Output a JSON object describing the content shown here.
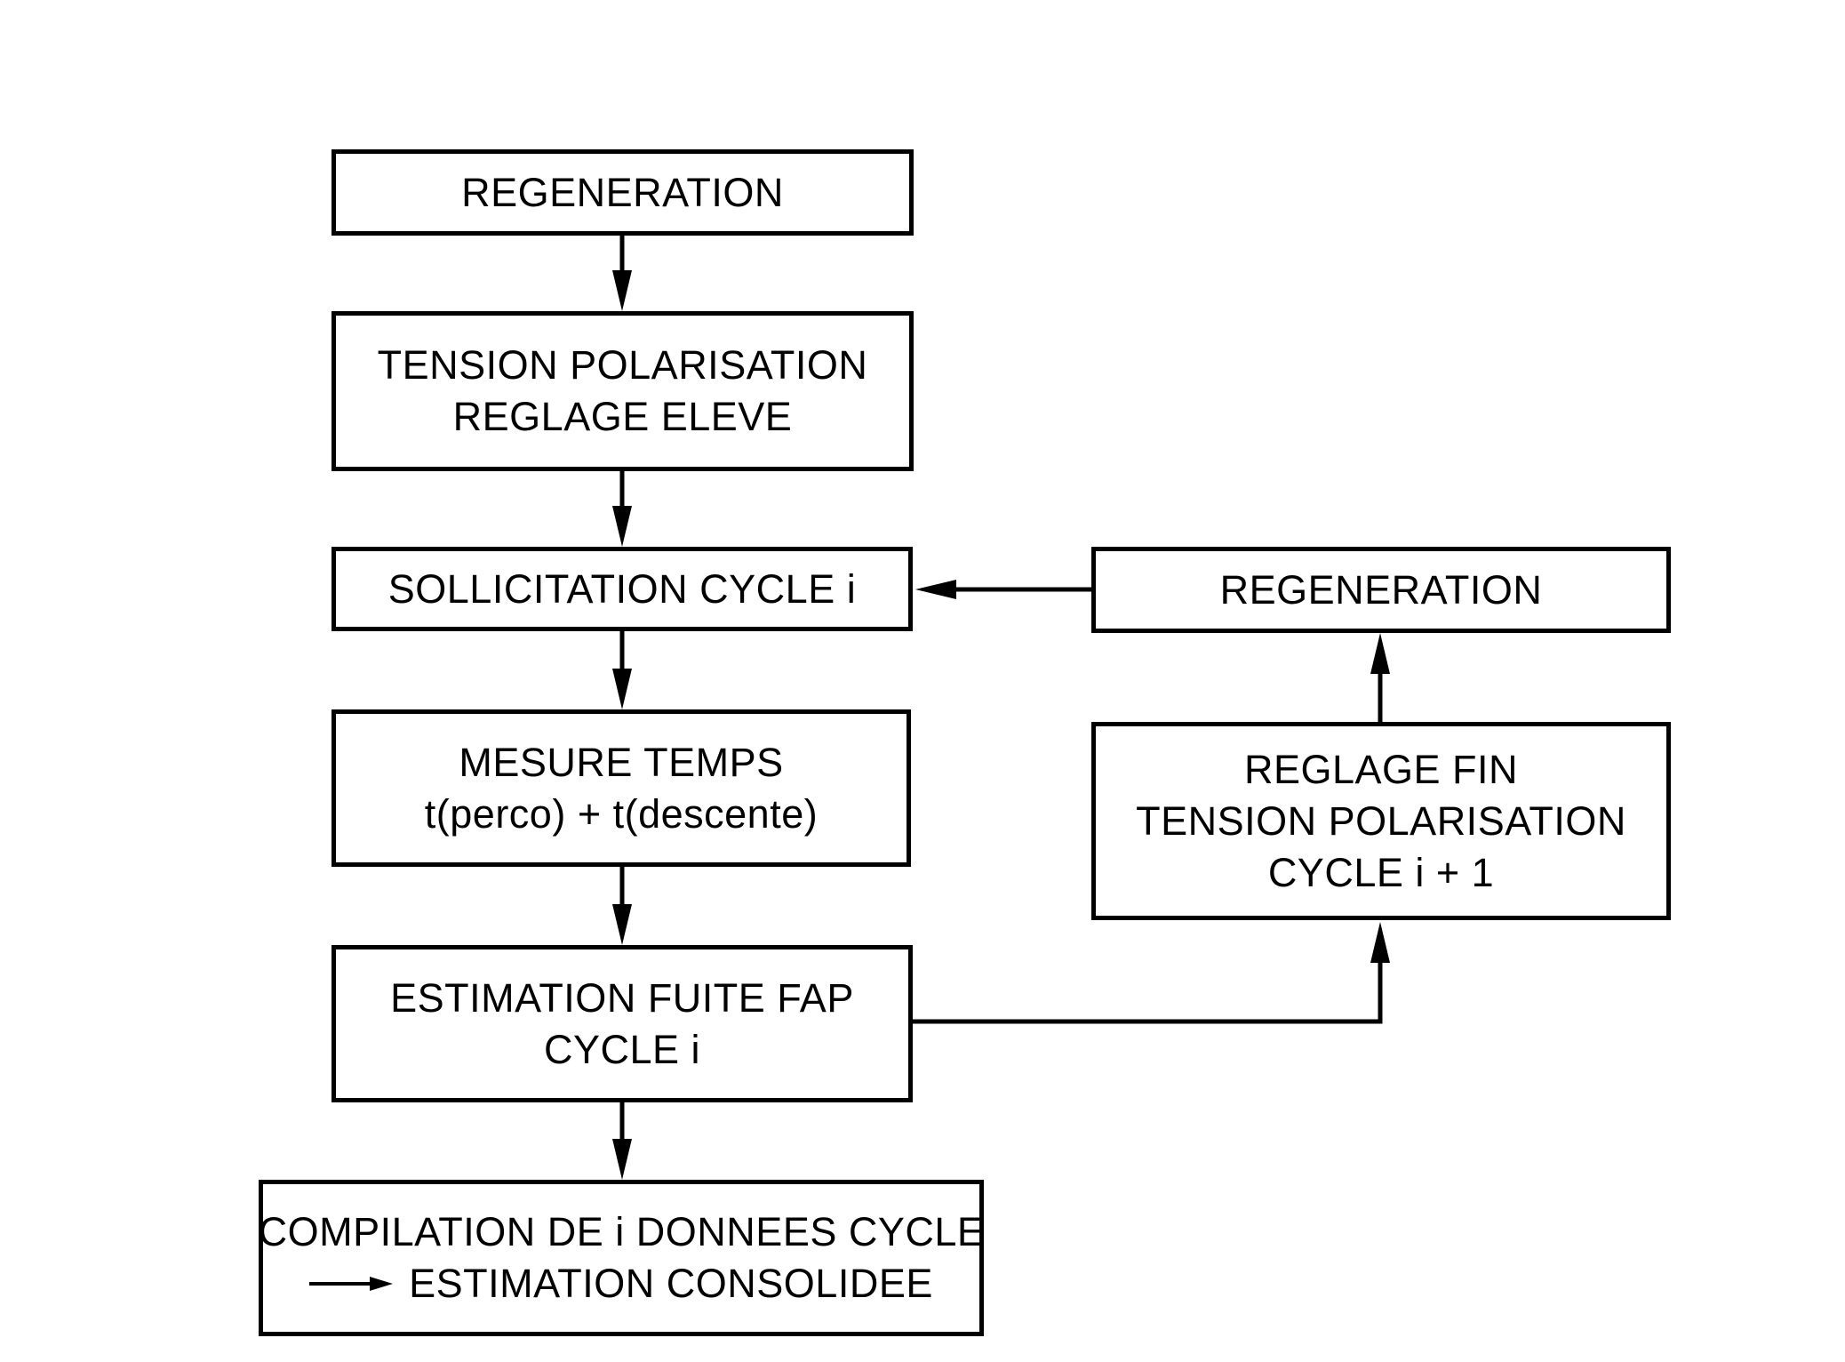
{
  "figure": {
    "type": "flowchart",
    "background_color": "#ffffff",
    "line_color": "#000000"
  },
  "boxes": {
    "regeneration_top": {
      "lines": [
        "REGENERATION"
      ]
    },
    "tension_polarisation": {
      "lines": [
        "TENSION POLARISATION",
        "REGLAGE ELEVE"
      ]
    },
    "sollicitation_cycle": {
      "lines": [
        "SOLLICITATION CYCLE i"
      ]
    },
    "mesure_temps": {
      "lines": [
        "MESURE TEMPS",
        "t(perco) + t(descente)"
      ]
    },
    "estimation_fuite": {
      "lines": [
        "ESTIMATION FUITE FAP",
        "CYCLE i"
      ]
    },
    "compilation": {
      "lines": [
        "COMPILATION DE i DONNEES CYCLE",
        "ESTIMATION CONSOLIDEE"
      ]
    },
    "regeneration_right": {
      "lines": [
        "REGENERATION"
      ]
    },
    "reglage_fin": {
      "lines": [
        "REGLAGE FIN",
        "TENSION POLARISATION",
        "CYCLE i + 1"
      ]
    }
  },
  "connectors": [
    {
      "from": "regeneration_top",
      "to": "tension_polarisation",
      "direction": "down"
    },
    {
      "from": "tension_polarisation",
      "to": "sollicitation_cycle",
      "direction": "down"
    },
    {
      "from": "sollicitation_cycle",
      "to": "mesure_temps",
      "direction": "down"
    },
    {
      "from": "mesure_temps",
      "to": "estimation_fuite",
      "direction": "down"
    },
    {
      "from": "estimation_fuite",
      "to": "compilation",
      "direction": "down"
    },
    {
      "from": "estimation_fuite",
      "to": "reglage_fin",
      "direction": "right-then-up"
    },
    {
      "from": "reglage_fin",
      "to": "regeneration_right",
      "direction": "up"
    },
    {
      "from": "regeneration_right",
      "to": "sollicitation_cycle",
      "direction": "left"
    }
  ],
  "icons": {
    "consolidated_estimation_arrow": "long-right-arrow"
  }
}
